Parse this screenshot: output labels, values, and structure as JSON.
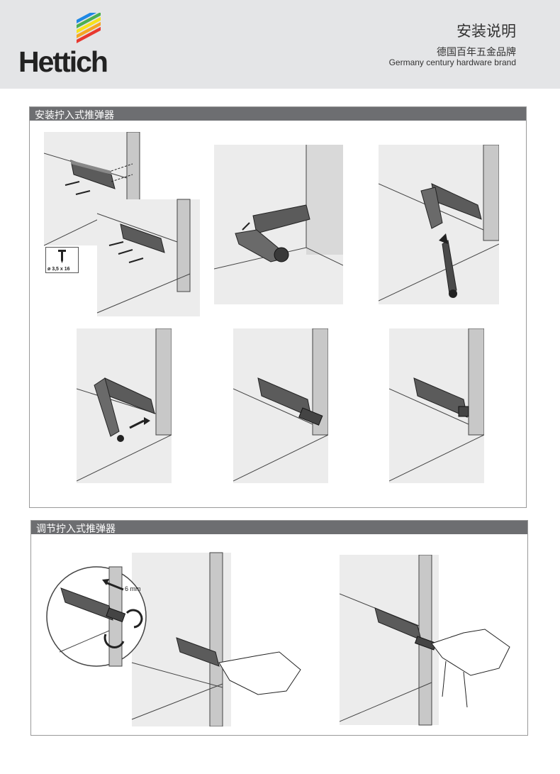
{
  "header": {
    "brand": "Hettich",
    "title": "安装说明",
    "subtitle_cn": "德国百年五金品牌",
    "subtitle_en": "Germany century hardware brand",
    "logo_stripes": [
      "#e8382f",
      "#f5a623",
      "#f7e21a",
      "#4caf50",
      "#1e88e5"
    ]
  },
  "section_install": {
    "title": "安装拧入式推弹器",
    "screw_spec": "ø 3,5 x 16"
  },
  "section_adjust": {
    "title": "调节拧入式推弹器",
    "gap_label": "6 mm"
  }
}
